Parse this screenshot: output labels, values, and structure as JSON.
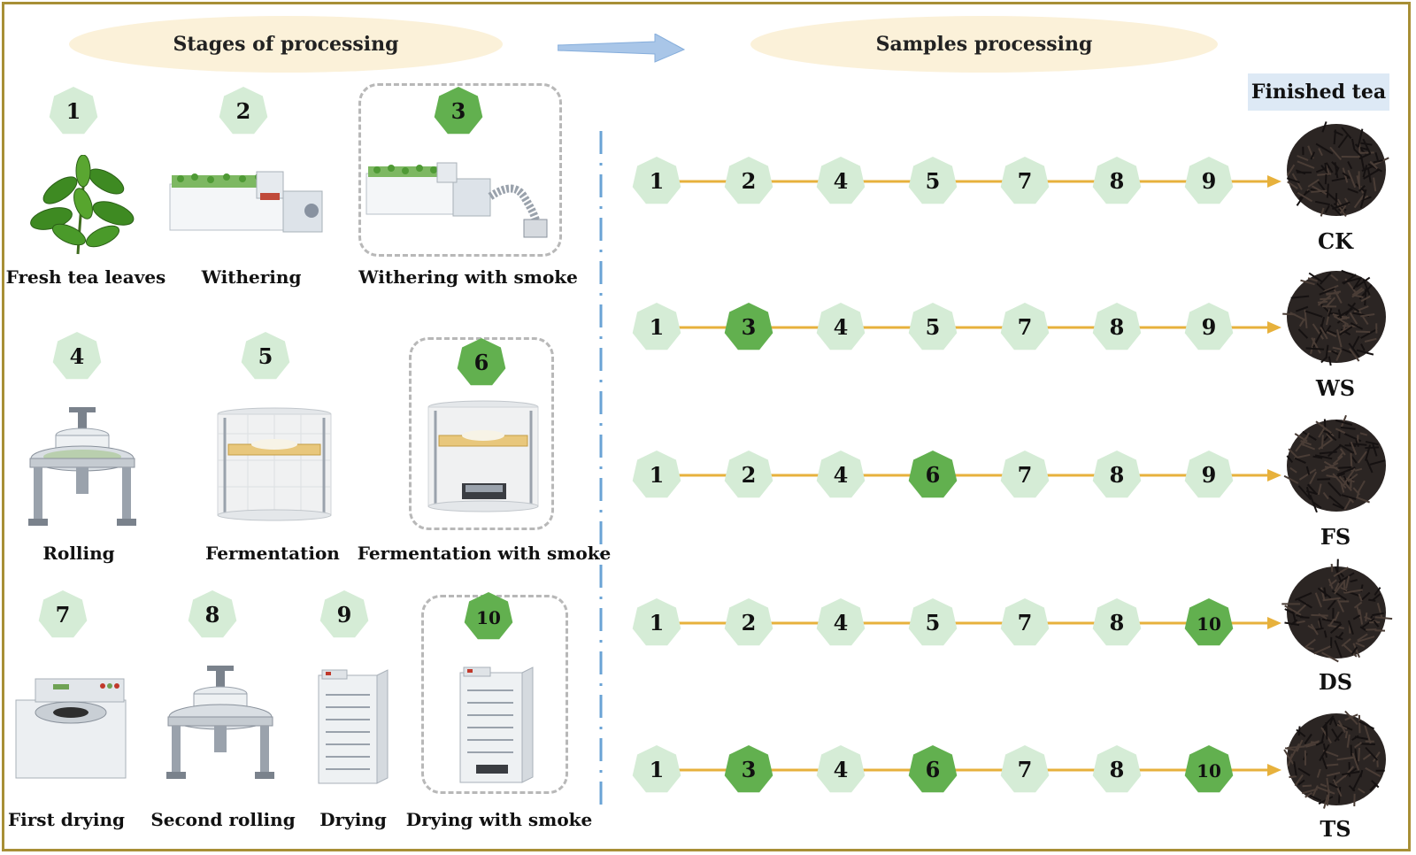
{
  "header": {
    "left_title": "Stages of processing",
    "right_title": "Samples processing"
  },
  "finished_label": "Finished tea",
  "stages": [
    {
      "num": "1",
      "label": "Fresh tea leaves",
      "smoke": false,
      "icon": "tea-leaves-icon"
    },
    {
      "num": "2",
      "label": "Withering",
      "smoke": false,
      "icon": "withering-trough-icon"
    },
    {
      "num": "3",
      "label": "Withering with smoke",
      "smoke": true,
      "icon": "withering-smoke-machine-icon"
    },
    {
      "num": "4",
      "label": "Rolling",
      "smoke": false,
      "icon": "rolling-machine-icon"
    },
    {
      "num": "5",
      "label": "Fermentation",
      "smoke": false,
      "icon": "fermentation-chamber-icon"
    },
    {
      "num": "6",
      "label": "Fermentation with smoke",
      "smoke": true,
      "icon": "fermentation-smoke-chamber-icon"
    },
    {
      "num": "7",
      "label": "First drying",
      "smoke": false,
      "icon": "first-dryer-icon"
    },
    {
      "num": "8",
      "label": "Second rolling",
      "smoke": false,
      "icon": "second-rolling-machine-icon"
    },
    {
      "num": "9",
      "label": "Drying",
      "smoke": false,
      "icon": "drying-oven-icon"
    },
    {
      "num": "10",
      "label": "Drying with smoke",
      "smoke": true,
      "icon": "drying-smoke-oven-icon"
    }
  ],
  "samples": [
    {
      "code": "CK",
      "steps": [
        "1",
        "2",
        "4",
        "5",
        "7",
        "8",
        "9"
      ]
    },
    {
      "code": "WS",
      "steps": [
        "1",
        "3",
        "4",
        "5",
        "7",
        "8",
        "9"
      ]
    },
    {
      "code": "FS",
      "steps": [
        "1",
        "2",
        "4",
        "6",
        "7",
        "8",
        "9"
      ]
    },
    {
      "code": "DS",
      "steps": [
        "1",
        "2",
        "4",
        "5",
        "7",
        "8",
        "10"
      ]
    },
    {
      "code": "TS",
      "steps": [
        "1",
        "3",
        "4",
        "6",
        "7",
        "8",
        "10"
      ]
    }
  ],
  "smoke_steps": [
    "3",
    "6",
    "10"
  ],
  "colors": {
    "border": "#a88f36",
    "header_oval": "#fbf1d9",
    "light_heptagon": "#d5ecd6",
    "dark_heptagon": "#62b04f",
    "flow_line": "#e7b13c",
    "arrow": "#a9c6e8",
    "divider": "#6aa3d5",
    "finished_bg": "#dde9f5",
    "dashed_box": "#b8b8b8"
  }
}
